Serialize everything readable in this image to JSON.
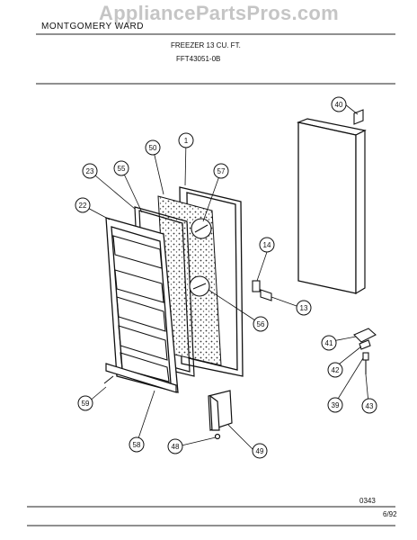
{
  "header": {
    "brand": "MONTGOMERY WARD",
    "title": "FREEZER 13 CU. FT.",
    "model": "FFT43051-0B"
  },
  "watermark": "AppliancePartsPros.com",
  "footer": {
    "drawing_code": "0343",
    "date": "6/92"
  },
  "callouts": [
    {
      "id": "c40",
      "label": "40"
    },
    {
      "id": "c50",
      "label": "50"
    },
    {
      "id": "c1",
      "label": "1"
    },
    {
      "id": "c23",
      "label": "23"
    },
    {
      "id": "c55",
      "label": "55"
    },
    {
      "id": "c57",
      "label": "57"
    },
    {
      "id": "c22",
      "label": "22"
    },
    {
      "id": "c14",
      "label": "14"
    },
    {
      "id": "c13",
      "label": "13"
    },
    {
      "id": "c56",
      "label": "56"
    },
    {
      "id": "c41",
      "label": "41"
    },
    {
      "id": "c42",
      "label": "42"
    },
    {
      "id": "c39",
      "label": "39"
    },
    {
      "id": "c43",
      "label": "43"
    },
    {
      "id": "c59",
      "label": "59"
    },
    {
      "id": "c58",
      "label": "58"
    },
    {
      "id": "c48",
      "label": "48"
    },
    {
      "id": "c49",
      "label": "49"
    }
  ]
}
